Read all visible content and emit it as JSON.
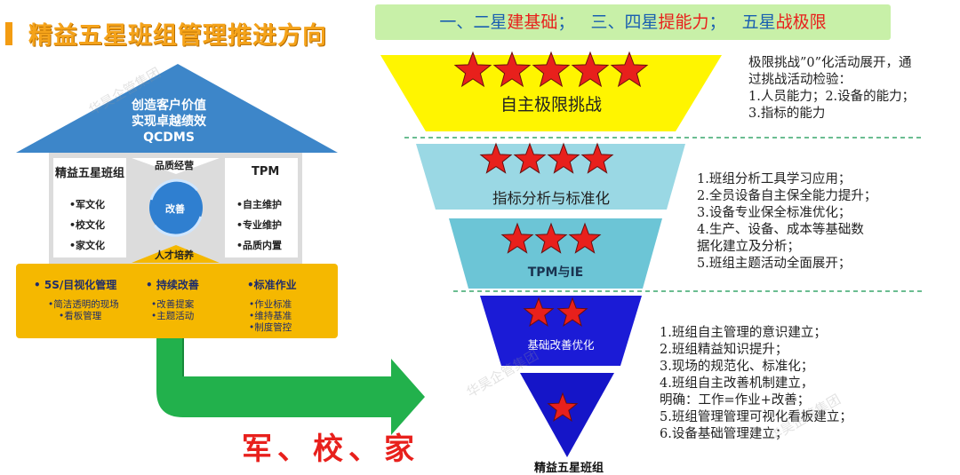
{
  "header": {
    "title": "精益五星班组管理推进方向",
    "banner": {
      "part1_a": "一、二星",
      "part1_b": "建基础",
      "sep1": "；",
      "part2_a": "三、四星",
      "part2_b": "提能力",
      "sep2": "；",
      "part3_a": "五星",
      "part3_b": "战极限"
    }
  },
  "house": {
    "roof_lines": [
      "创造客户价值",
      "实现卓越绩效",
      "QCDMS"
    ],
    "left_column": {
      "title": "精益五星班组",
      "items": [
        "•军文化",
        "•校文化",
        "•家文化"
      ]
    },
    "center": {
      "top": "品质经营",
      "cycle": "改善",
      "bottom": "人才培养"
    },
    "right_column": {
      "title": "TPM",
      "items": [
        "•自主维护",
        "•专业维护",
        "•品质内置"
      ]
    },
    "foundation": [
      {
        "title": "• 5S/目视化管理",
        "subs": [
          "•简洁透明的现场",
          "•看板管理"
        ]
      },
      {
        "title": "• 持续改善",
        "subs": [
          "•改善提案",
          "•主题活动"
        ]
      },
      {
        "title": "•标准作业",
        "subs": [
          "•作业标准",
          "•维持基准",
          "•制度管控"
        ]
      }
    ]
  },
  "slogan": "军、校、家",
  "funnel": {
    "tiers": [
      {
        "label": "自主极限挑战",
        "stars": 5,
        "color": "#fff500"
      },
      {
        "label": "指标分析与标准化",
        "stars": 4,
        "color": "#9ad8e4"
      },
      {
        "label": "TPM与IE",
        "stars": 3,
        "color": "#6cc5d6"
      },
      {
        "label": "基础改善优化",
        "stars": 2,
        "color": "#1b1bd6"
      },
      {
        "label": "",
        "stars": 1,
        "color": "#1515c8"
      }
    ],
    "base_label": "精益五星班组"
  },
  "descriptions": {
    "tier5": [
      "极限挑战”0”化活动展开，通",
      "过挑战活动检验：",
      "1.人员能力；2.设备的能力；",
      "3.指标的能力"
    ],
    "tier34": [
      "1.班组分析工具学习应用；",
      "2.全员设备自主保全能力提升；",
      "3.设备专业保全标准优化；",
      "4.生产、设备、成本等基础数",
      "   据化建立及分析；",
      "5.班组主题活动全面展开；"
    ],
    "tier12": [
      "1.班组自主管理的意识建立；",
      "2.班组精益知识提升；",
      "3.现场的规范化、标准化；",
      "4.班组自主改善机制建立，",
      "  明确：工作=作业+改善；",
      "5.班组管理管理可视化看板建立；",
      "6.设备基础管理建立；"
    ]
  },
  "watermark": "华昊企管集团",
  "colors": {
    "roof": "#3d86c9",
    "foundation": "#f5b800",
    "arrow": "#22b14c",
    "star": "#e8201c",
    "slogan": "#e8201c",
    "title": "#f5a31a"
  }
}
